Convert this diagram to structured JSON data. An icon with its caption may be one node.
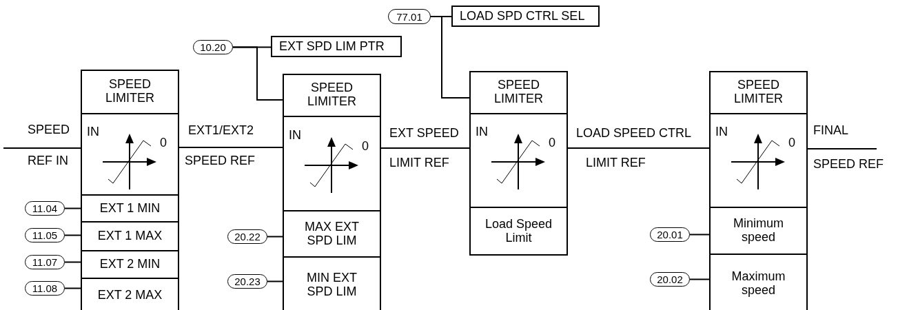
{
  "diagram": {
    "nodes": [
      {
        "text": [],
        "shape": "box"
      },
      {
        "text": [
          "SPEED LIMITER"
        ],
        "in": 0
      },
      {
        "text": [
          "IN",
          "0"
        ],
        "in": 0
      },
      {
        "text": [
          "EXT 1 MIN"
        ],
        "in": 0
      },
      {
        "text": [
          "EXT 1 MAX"
        ],
        "in": 0
      },
      {
        "text": [
          "EXT 2 MIN"
        ],
        "in": 0
      },
      {
        "text": [
          "EXT 2 MAX"
        ],
        "in": 0
      },
      {
        "text": [
          "11.04"
        ]
      },
      {
        "text": [
          "11.05"
        ]
      },
      {
        "text": [
          "11.07"
        ]
      },
      {
        "text": [
          "11.08"
        ]
      },
      {
        "text": [
          "10.20"
        ]
      },
      {
        "text": [
          "EXT SPD LIM PTR"
        ]
      },
      {
        "text": [],
        "shape": "box"
      },
      {
        "text": [
          "SPEED LIMITER"
        ],
        "in": 13
      },
      {
        "text": [
          "IN",
          "0"
        ],
        "in": 13
      },
      {
        "text": [
          "MAX EXT SPD LIM"
        ],
        "in": 13
      },
      {
        "text": [
          "MIN EXT SPD LIM"
        ],
        "in": 13
      },
      {
        "text": [
          "20.22"
        ]
      },
      {
        "text": [
          "20.23"
        ]
      },
      {
        "text": [
          "77.01"
        ]
      },
      {
        "text": [
          "LOAD SPD CTRL SEL"
        ]
      },
      {
        "text": [],
        "shape": "box"
      },
      {
        "text": [
          "SPEED LIMITER"
        ],
        "in": 22
      },
      {
        "text": [
          "IN",
          "0"
        ],
        "in": 22
      },
      {
        "text": [
          "Load Speed Limit"
        ],
        "in": 22
      },
      {
        "text": [],
        "shape": "box"
      },
      {
        "text": [
          "SPEED LIMITER"
        ],
        "in": 26
      },
      {
        "text": [
          "IN",
          "0"
        ],
        "in": 26
      },
      {
        "text": [
          "Minimum speed"
        ],
        "in": 26
      },
      {
        "text": [
          "Maximum speed"
        ],
        "in": 26
      },
      {
        "text": [
          "20.01"
        ]
      },
      {
        "text": [
          "20.02"
        ]
      }
    ],
    "edges": [
      {
        "from": null,
        "to": 2,
        "arrow": "none"
      },
      {
        "from": 2,
        "to": 15,
        "arrow": "none"
      },
      {
        "from": 15,
        "to": 24,
        "arrow": "none"
      },
      {
        "from": 24,
        "to": 28,
        "arrow": "none"
      },
      {
        "from": 28,
        "to": null,
        "arrow": "none"
      },
      {
        "from": 7,
        "to": 3,
        "arrow": "none"
      },
      {
        "from": 8,
        "to": 4,
        "arrow": "none"
      },
      {
        "from": 9,
        "to": 5,
        "arrow": "none"
      },
      {
        "from": 10,
        "to": 6,
        "arrow": "none"
      },
      {
        "from": 11,
        "to": 12,
        "arrow": "none"
      },
      {
        "from": 11,
        "to": 14,
        "arrow": "none"
      },
      {
        "from": 18,
        "to": 16,
        "arrow": "none"
      },
      {
        "from": 19,
        "to": 17,
        "arrow": "none"
      },
      {
        "from": 20,
        "to": 21,
        "arrow": "none"
      },
      {
        "from": 20,
        "to": 23,
        "arrow": "none"
      },
      {
        "from": 31,
        "to": 29,
        "arrow": "none"
      },
      {
        "from": 32,
        "to": 30,
        "arrow": "none"
      }
    ],
    "labels": [
      "SPEED",
      "REF IN",
      "EXT1/EXT2",
      "SPEED REF",
      "EXT SPEED",
      "LIMIT REF",
      "LOAD SPEED CTRL",
      "LIMIT REF",
      "FINAL",
      "SPEED REF"
    ]
  }
}
